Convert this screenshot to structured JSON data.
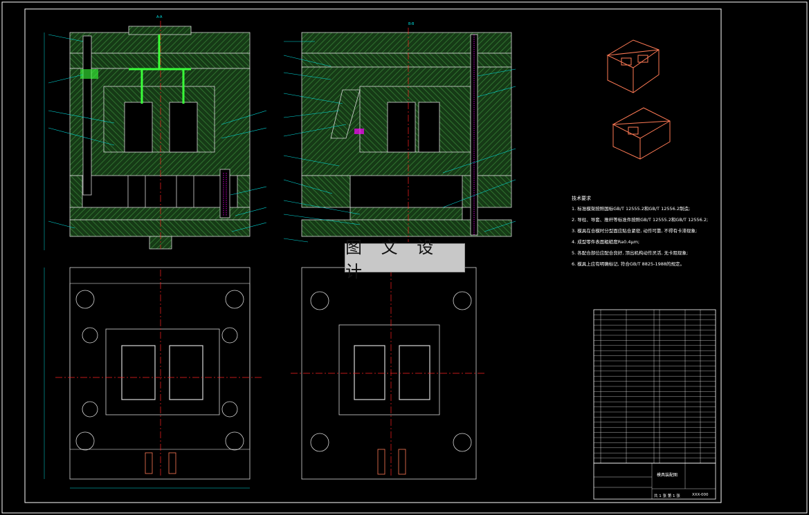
{
  "drawing": {
    "watermark": "图 文 设 计",
    "colors": {
      "background": "#000000",
      "border": "#ffffff",
      "hatch": "#3a8a3a",
      "plate_edge": "#d8d8d8",
      "centerline": "#ff2020",
      "leader": "#00e0e0",
      "runner": "#39ff39",
      "spring": "#ff00ff",
      "part": "#ff7a55"
    }
  },
  "views": {
    "section_a_label": "A-A",
    "section_b_label": "B-B"
  },
  "notes": {
    "heading": "技术要求",
    "items": [
      "1. 标准模架按照国标GB/T 12555.2和GB/T 12556.2制造;",
      "2. 导柱、导套、推杆等标准件按照GB/T 12555.2和GB/T 12556.2;",
      "3. 模具在合模时分型面应贴合紧密, 动作可靠, 不得有卡滞现象;",
      "4. 成型零件表面粗糙度Ra0.4μm;",
      "5. 各配合部位应配合良好, 顶出机构动作灵活, 无卡阻现象;",
      "6. 模具上应有明确标记, 符合GB/T 8825-1988的规定。"
    ]
  },
  "title_block": {
    "title": "模具装配图",
    "sheet": "共 1 张 第 1 张",
    "drawing_no": "XXX-000"
  }
}
